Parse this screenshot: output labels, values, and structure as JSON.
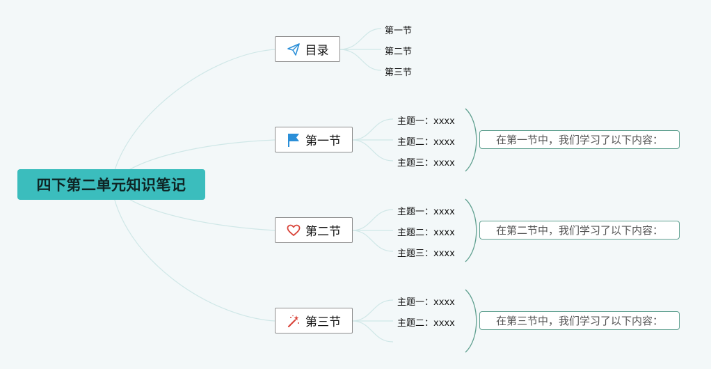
{
  "root": {
    "title": "四下第二单元知识笔记"
  },
  "toc": {
    "label": "目录",
    "icon": "paper-plane-icon",
    "items": [
      "第一节",
      "第二节",
      "第三节"
    ]
  },
  "sections": [
    {
      "label": "第一节",
      "icon": "flag-icon",
      "topics": [
        "主题一：xxxx",
        "主题二：xxxx",
        "主题三：xxxx"
      ],
      "summary": "在第一节中，我们学习了以下内容："
    },
    {
      "label": "第二节",
      "icon": "heart-icon",
      "topics": [
        "主题一：xxxx",
        "主题二：xxxx",
        "主题三：xxxx"
      ],
      "summary": "在第二节中，我们学习了以下内容："
    },
    {
      "label": "第三节",
      "icon": "magic-wand-icon",
      "topics": [
        "主题一：xxxx",
        "主题二：xxxx",
        ""
      ],
      "summary": "在第三节中，我们学习了以下内容："
    }
  ],
  "colors": {
    "root_fill": "#3bbdbd",
    "link": "#cfe7e7",
    "bracket": "#5e9f8f",
    "flag": "#2b8fd8",
    "heart": "#d9443a",
    "wand": "#d9443a",
    "plane": "#2b8fd8"
  }
}
